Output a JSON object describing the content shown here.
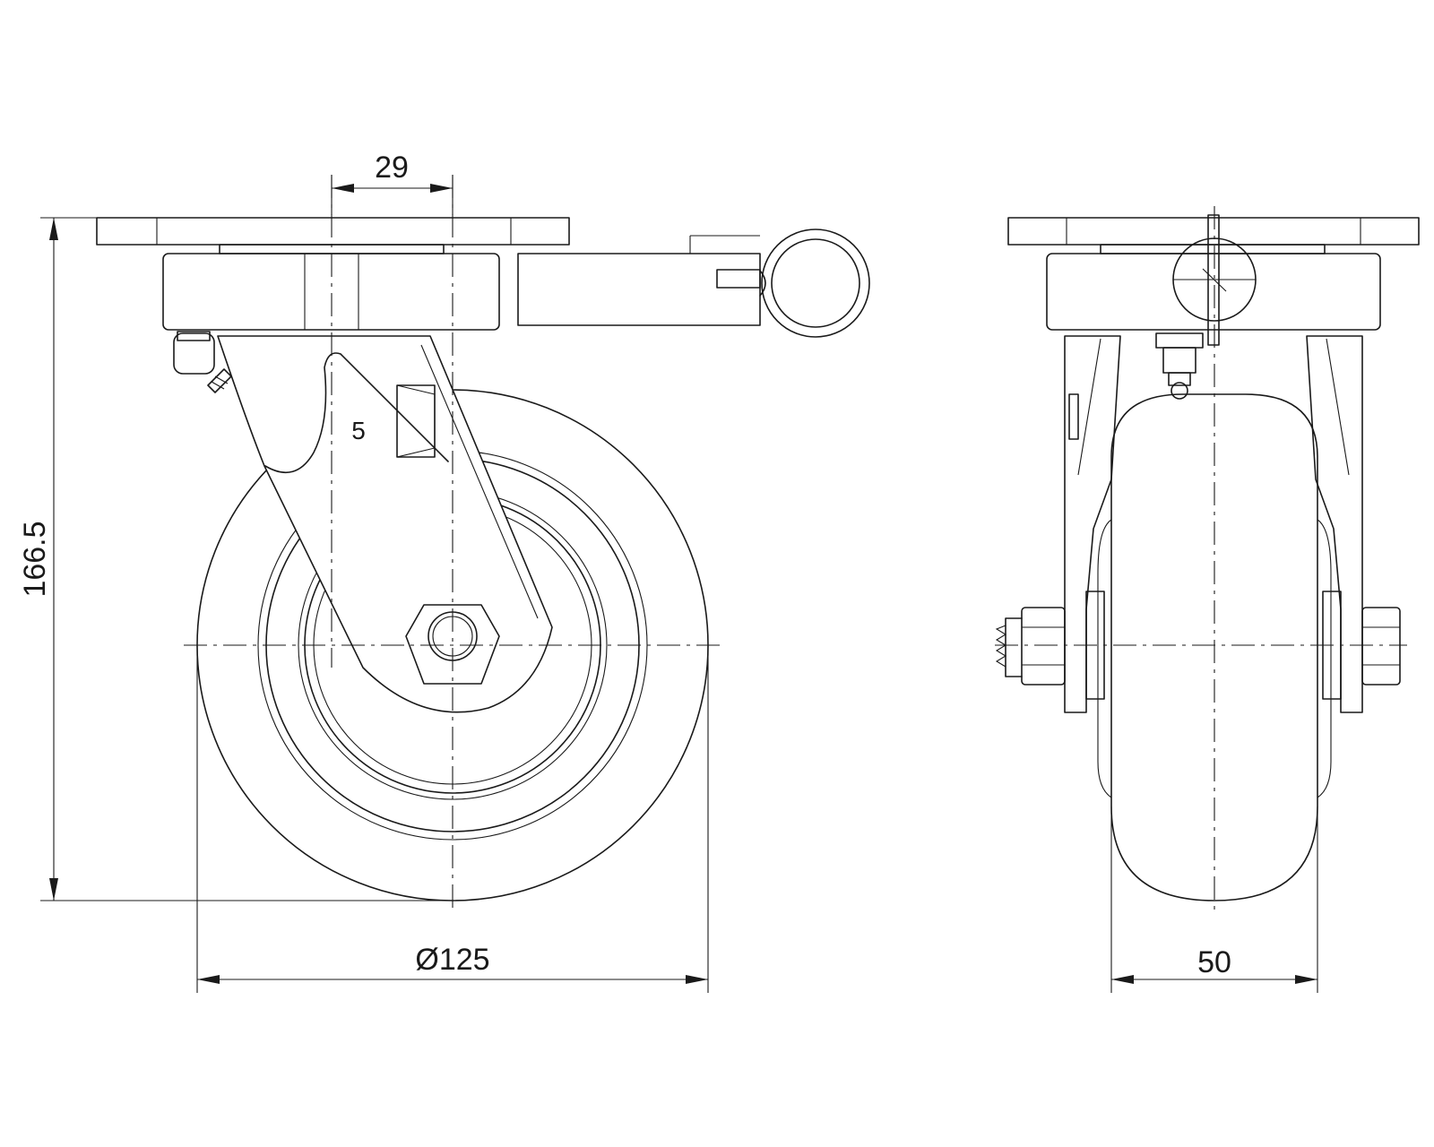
{
  "dimensions": {
    "offset": "29",
    "height": "166.5",
    "wheel_diameter": "Ø125",
    "wheel_width": "50"
  },
  "labels": {
    "stop_mark": "5"
  },
  "colors": {
    "line": "#1a1a1a",
    "background": "#ffffff"
  }
}
